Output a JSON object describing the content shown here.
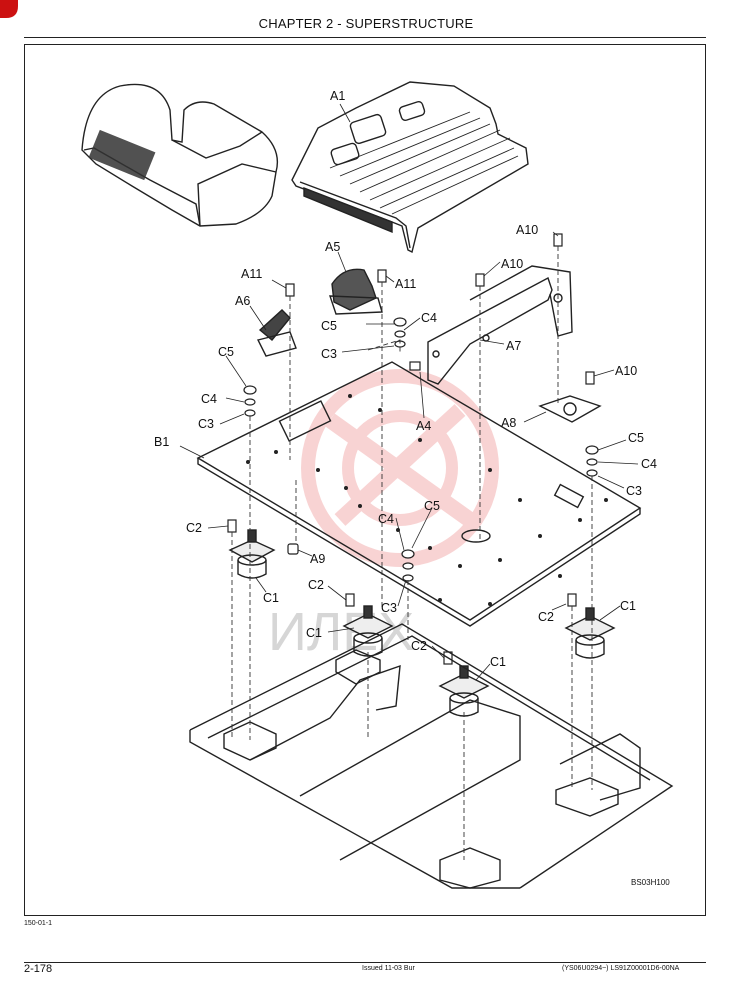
{
  "page": {
    "chapter_title": "CHAPTER 2 - SUPERSTRUCTURE",
    "figure_code": "BS03H100",
    "sheet_id": "150-01-1",
    "page_number": "2-178",
    "issued": "Issued 11-03   Bur",
    "doc_id": "(YS06U0294~)   LS91Z00001D6-00NA"
  },
  "watermark": {
    "text": "ИЛЕХ",
    "color": "#e23b3b"
  },
  "callouts": {
    "a1": "A1",
    "a5": "A5",
    "a11_left": "A11",
    "a11_right": "A11",
    "a10_top": "A10",
    "a10_mid": "A10",
    "a10_right": "A10",
    "a6": "A6",
    "c5_a5": "C5",
    "c4_a5": "C4",
    "c3_a5": "C3",
    "a7": "A7",
    "c5_left": "C5",
    "c4_left": "C4",
    "c3_left": "C3",
    "a4": "A4",
    "a8": "A8",
    "b1": "B1",
    "c5_right": "C5",
    "c4_right": "C4",
    "c3_right": "C3",
    "c4_center": "C4",
    "c5_center": "C5",
    "c2_left": "C2",
    "a9": "A9",
    "c1_left": "C1",
    "c2_center": "C2",
    "c1_center": "C1",
    "c3_center": "C3",
    "c2_right": "C2",
    "c1_right": "C1",
    "c2_lower": "C2",
    "c1_lower": "C1"
  }
}
